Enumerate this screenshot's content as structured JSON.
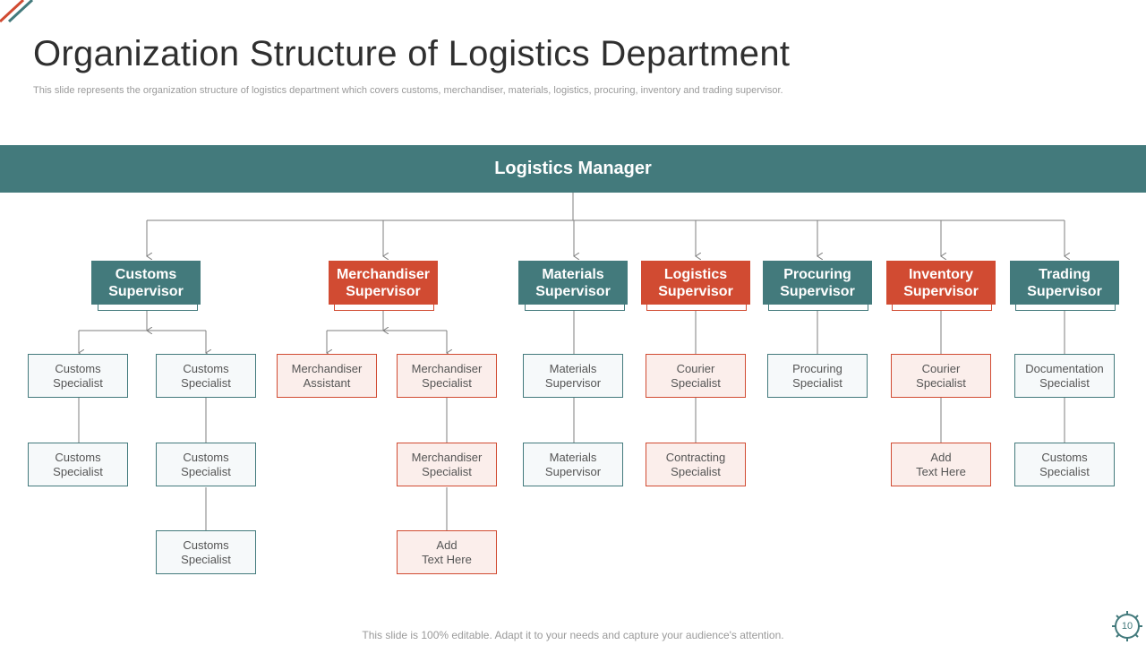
{
  "title": "Organization Structure of Logistics Department",
  "subtitle": "This slide represents the organization structure of logistics department which covers customs, merchandiser, materials, logistics, procuring, inventory and trading supervisor.",
  "manager": "Logistics Manager",
  "supervisors": [
    {
      "label": "Customs\nSupervisor",
      "color": "#437a7c"
    },
    {
      "label": "Merchandiser\nSupervisor",
      "color": "#d14b32"
    },
    {
      "label": "Materials\nSupervisor",
      "color": "#437a7c"
    },
    {
      "label": "Logistics\nSupervisor",
      "color": "#d14b32"
    },
    {
      "label": "Procuring\nSupervisor",
      "color": "#437a7c"
    },
    {
      "label": "Inventory\nSupervisor",
      "color": "#d14b32"
    },
    {
      "label": "Trading\nSupervisor",
      "color": "#437a7c"
    }
  ],
  "roles": {
    "customs_a": [
      "Customs\nSpecialist",
      "Customs\nSpecialist"
    ],
    "customs_b": [
      "Customs\nSpecialist",
      "Customs\nSpecialist",
      "Customs\nSpecialist"
    ],
    "merch_a": [
      "Merchandiser\nAssistant"
    ],
    "merch_b": [
      "Merchandiser\nSpecialist",
      "Merchandiser\nSpecialist",
      "Add\nText Here"
    ],
    "materials": [
      "Materials\nSupervisor",
      "Materials\nSupervisor"
    ],
    "logistics": [
      "Courier\nSpecialist",
      "Contracting\nSpecialist"
    ],
    "procuring": [
      "Procuring\nSpecialist"
    ],
    "inventory": [
      "Courier\nSpecialist",
      "Add\nText Here"
    ],
    "trading": [
      "Documentation\nSpecialist",
      "Customs\nSpecialist"
    ]
  },
  "footer": "This slide is 100% editable. Adapt it to your needs and capture your audience's attention.",
  "page_number": "10",
  "colors": {
    "teal": "#437a7c",
    "orange": "#d14b32",
    "connector": "#7f7f7f"
  }
}
